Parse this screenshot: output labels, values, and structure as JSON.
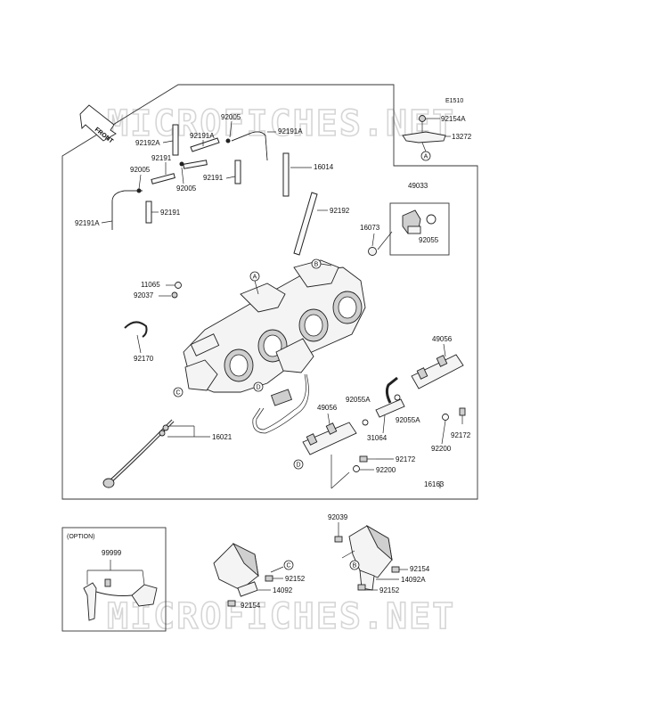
{
  "watermark": {
    "top": "MICROFICHES.NET",
    "bottom": "MICROFICHES.NET"
  },
  "front_arrow_label": "FRONT",
  "assembly_code": "E1510",
  "option_label": "(OPTION)",
  "callouts": {
    "a": "A",
    "b": "B",
    "c": "C",
    "d": "D"
  },
  "part_numbers": {
    "p92154A": "92154A",
    "p13272": "13272",
    "p92005_top": "92005",
    "p92191A_top": "92191A",
    "p92192A": "92192A",
    "p92191A_mid": "92191A",
    "p92191_a": "92191",
    "p14016": "16014",
    "p92005_left": "92005",
    "p92005_mid": "92005",
    "p92191_b": "92191",
    "p49033": "49033",
    "p92191A_left": "92191A",
    "p92191_c": "92191",
    "p92192": "92192",
    "p16073": "16073",
    "p92055": "92055",
    "p11065": "11065",
    "p92037": "92037",
    "p92170": "92170",
    "p49056_right": "49056",
    "p92055A_a": "92055A",
    "p92055A_b": "92055A",
    "p49056_left": "49056",
    "p31064": "31064",
    "p92172_right": "92172",
    "p92200_right": "92200",
    "p16021": "16021",
    "p92172_left": "92172",
    "p92200_left": "92200",
    "p16163": "16163",
    "p99999": "99999",
    "p92152_mid": "92152",
    "p14092": "14092",
    "p92154_mid": "92154",
    "p92039": "92039",
    "p92154_right": "92154",
    "p14092A": "14092A",
    "p92152_right": "92152"
  }
}
